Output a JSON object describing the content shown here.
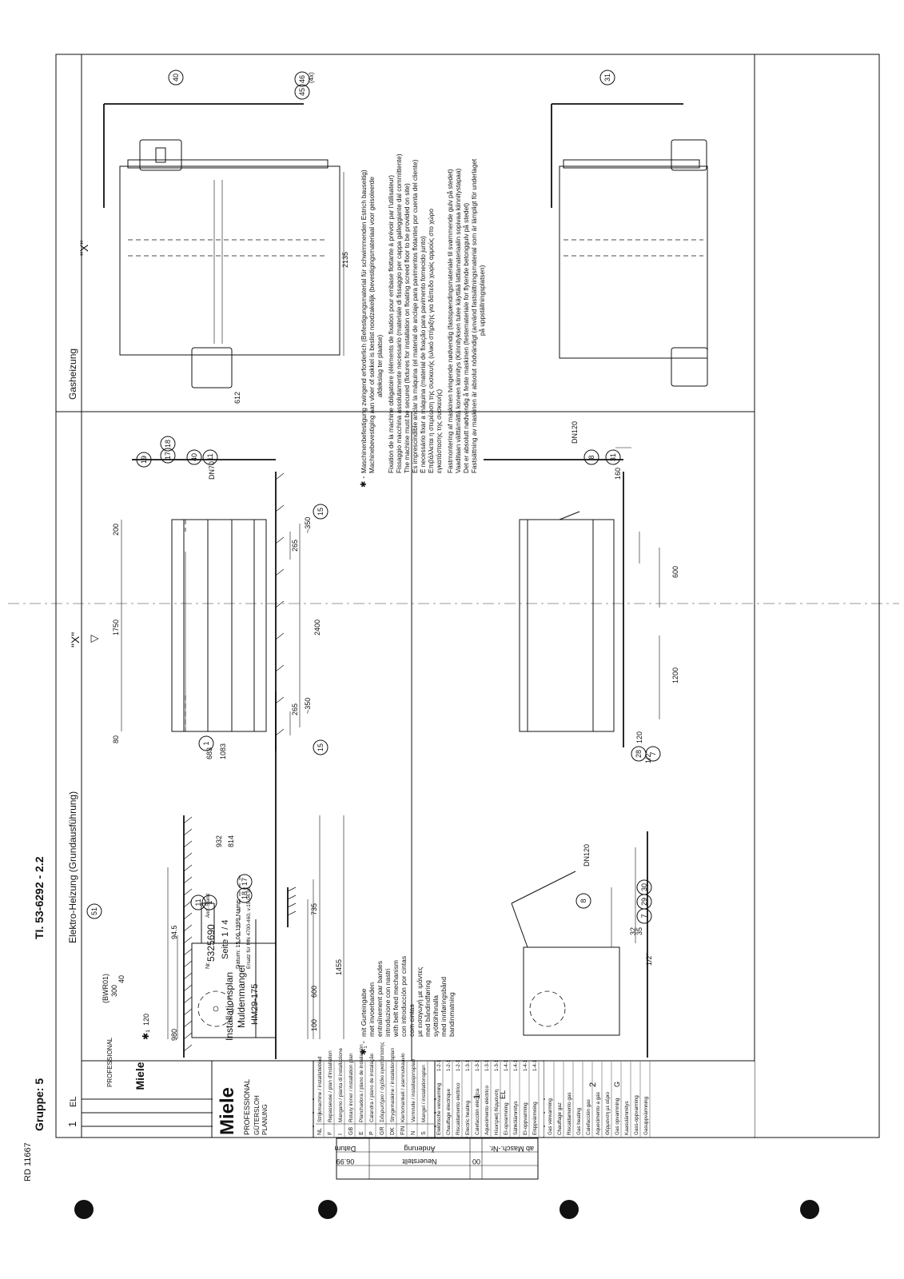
{
  "document": {
    "group": "Gruppe: 5",
    "ti_number": "TI. 53-6292 - 2.2",
    "rd_number": "RD 11667"
  },
  "sections": {
    "electric_heading": "Elektro-Heizung (Grundausführung)",
    "electric_number": "1",
    "electric_code": "EL",
    "gas_heading": "Gasheizung",
    "gas_number": "2",
    "gas_code": "G"
  },
  "revision_table": {
    "headers": [
      "ab Masch.-Nr.",
      "Änderung",
      "Datum"
    ],
    "row": {
      "mark": "00",
      "change": "Neuerstellt",
      "date": "06.99"
    }
  },
  "title_block": {
    "brand": "Miele",
    "brand_line": "PROFESSIONAL",
    "location": "GÜTERSLOH",
    "department": "PLANUNG",
    "doc_type": "Installationsplan",
    "product": "Muldenmangel",
    "model": "HM29-175",
    "nr_label": "Nr.",
    "doc_number": "5325690",
    "change_label": "Änd.-Stand",
    "page": "Seite  1  /  4",
    "date_line": "Datum: 15.06.1999 Name:",
    "replaces": "Ersatz für MN 4700-460, v.15.04.96"
  },
  "language_table": [
    {
      "code": "NL",
      "text": "Strijkmachine / installatieblad"
    },
    {
      "code": "F",
      "text": "Repasseuse / plan d'installation"
    },
    {
      "code": "I",
      "text": "Mangano / pianta di installazione"
    },
    {
      "code": "GB",
      "text": "Rotary ironer / installation plan"
    },
    {
      "code": "E",
      "text": "Planchadora / plano de instalación"
    },
    {
      "code": "P",
      "text": "Calandra / plano de instalação"
    },
    {
      "code": "GR",
      "text": "Σιδερωτήριο / σχέδιο εγκατάστασης"
    },
    {
      "code": "DK",
      "text": "Strygemaskine / installationsplan"
    },
    {
      "code": "FIN",
      "text": "Kiertomankeli / asennuskaavio"
    },
    {
      "code": "N",
      "text": "Varmrulle / installasjonsplan"
    },
    {
      "code": "S",
      "text": "Mangel / installationsplan"
    }
  ],
  "heating_table_el": {
    "number": "1",
    "code": "EL",
    "rows": [
      {
        "ref": "1-2-1",
        "text": "Elektrische verwarming"
      },
      {
        "ref": "1-2-1",
        "text": "Chauffage électrique"
      },
      {
        "ref": "1-2-1",
        "text": "Riscaldamento elettrico"
      },
      {
        "ref": "1-3-1",
        "text": "Electric heating"
      },
      {
        "ref": "1-3-1",
        "text": "Calefacción eléctrica"
      },
      {
        "ref": "1-3-1",
        "text": "Aquecimento eléctrico"
      },
      {
        "ref": "1-3-1",
        "text": "Ηλεκτρική θέρμανση"
      },
      {
        "ref": "1-4-1",
        "text": "El-opvarmning"
      },
      {
        "ref": "1-4-1",
        "text": "Sähkölämmitys"
      },
      {
        "ref": "1-4-1",
        "text": "El-oppvarming"
      },
      {
        "ref": "1-4-1",
        "text": "Elsppvärmning"
      }
    ]
  },
  "heating_table_gas": {
    "number": "2",
    "code": "G",
    "rows": [
      "Gas verwarming",
      "Chauffage gaz",
      "Riscaldamento gas",
      "Gas heating",
      "Calefacción gas",
      "Aquecimento a gás",
      "Θέρμανση με αέριο",
      "Gas opvarmning",
      "Kaasulämmitys",
      "Gass-oppvarming",
      "Gasuppvärmning"
    ]
  },
  "notes": {
    "star1_mark": "✱₁ -",
    "star1_lines": [
      "mit Gurteingabe",
      "met invoerbanden",
      "entraînement par bandes",
      "introduzione con nastri",
      "with belt feed mechanism",
      "con introducción por cintas",
      "com cintas",
      "με εισαγωγή με ιμάντες",
      "med båndindføring",
      "syöttöhihnalla",
      "med innføringsbånd",
      "bandinmatning"
    ],
    "star_mark": "✱ -",
    "star_lines": [
      "Maschinenbefestigung zwingend erforderlich (Befestigungsmaterial für schwimmenden Estrich bauseitig)",
      "Machinebevestiging aan vloer of sokkel is beslist noodzakelijk (bevestigingsmateriaal voor geisoleerde",
      "afdekslag ter plaatse)",
      "Fixation de la machine obligatoire (éléments de fixation pour embase flottante à prévoir par l'utilisateur)",
      "Fissaggio macchina assolutamente necessario (materiale di fissaggio per cappa galleggiante dal committente)",
      "The machine must be secured (fixtures for installation on floating screed floor to be provided on site)",
      "Es imprescindible anclar la máquina (el material de anclaje para pavimentos flotantes por cuenta del cliente)",
      "É necessário fixar a máquina (material de fixação para pavimento fornecido junto)",
      "Επιβάλλεται η στερέωση της συσκευής (υλικό στήριξης για δάπεδο χωρίς αρμούς στο χώρο",
      "εγκατάστασης της συσκευής)",
      "Fastmontering af maskinen tvingende nødvendig (fastspændingsmateriale til svømmende gulv på stedet)",
      "Vaaditaan välttämättä koneen kiinnitys (Kiinnityksen tulee käyttää lattiamateriaalin sopivaa kiinnitystapaa)",
      "Det er absolutt nødvendig å feste maskinen (festemateriale for flytende betonggulv på stedet)",
      "Fastsättning av maskinen är absolut nödvändigt (använd fastsättningsmaterial som är lämpligt för underlaget",
      "på uppställningsplatsen)"
    ]
  },
  "view_labels": {
    "x_label": "\"X\"",
    "x_arrow": "▽",
    "x_view_title": "\"X\""
  },
  "dimensions": {
    "side_el": [
      "980",
      "94.5",
      "100",
      "600",
      "735",
      "1455",
      "932",
      "814",
      "120",
      "40",
      "300",
      "(BWR01)"
    ],
    "front_el": [
      "80",
      "1750",
      "200",
      "683",
      "1083",
      "265",
      "2400",
      "265",
      "~350",
      "~350",
      "DN70"
    ],
    "top_x": [
      "612",
      "2135"
    ],
    "side_gas": [
      "1/2\"",
      "32",
      "35",
      "DN120"
    ],
    "front_gas": [
      "1/2\"",
      "120",
      "1200",
      "600",
      "160",
      "DN120"
    ]
  },
  "callouts": {
    "c51": "51",
    "c11": "11",
    "c1": "1",
    "c18": "18",
    "c17": "17",
    "c19": "19",
    "c40": "40",
    "c8": "8",
    "c7": "7",
    "c29": "29",
    "c30": "30",
    "c28": "28",
    "c31": "31",
    "c45": "45",
    "c46": "46",
    "c4x": "(4x)",
    "c15": "15"
  }
}
